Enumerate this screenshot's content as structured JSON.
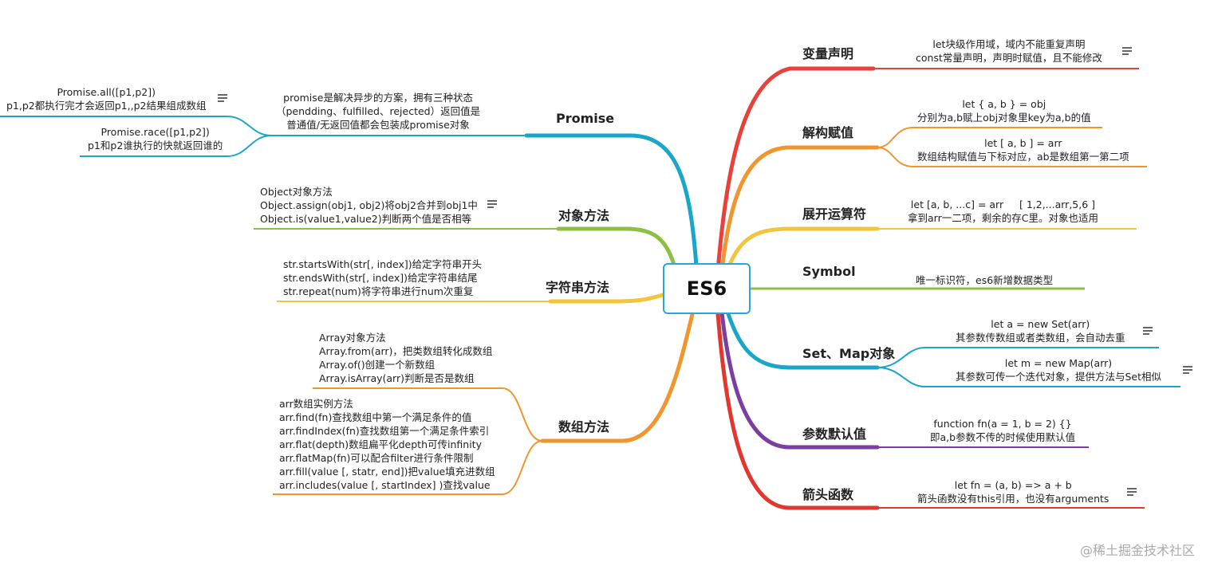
{
  "center": {
    "label": "ES6"
  },
  "right": {
    "var_decl": {
      "label": "变量声明",
      "note": "let块级作用域，域内不能重复声明\nconst常量声明，声明时赋值，且不能修改"
    },
    "destructure": {
      "label": "解构赋值",
      "note1": "let { a, b } = obj\n分别为a,b赋上obj对象里key为a,b的值",
      "note2": "let [ a, b ] = arr\n数组结构赋值与下标对应，ab是数组第一第二项"
    },
    "spread": {
      "label": "展开运算符",
      "note": "let [a, b, ...c] = arr     [ 1,2,...arr,5,6 ]\n拿到arr一二项，剩余的存C里。对象也适用"
    },
    "symbol": {
      "label": "Symbol",
      "note": "唯一标识符，es6新增数据类型"
    },
    "set_map": {
      "label": "Set、Map对象",
      "note1": "let a = new Set(arr)\n其参数传数组或者类数组，会自动去重",
      "note2": "let m = new Map(arr)\n其参数可传一个迭代对象，提供方法与Set相似"
    },
    "default_params": {
      "label": "参数默认值",
      "note": "function fn(a = 1, b = 2) {}\n即a,b参数不传的时候使用默认值"
    },
    "arrow": {
      "label": "箭头函数",
      "note": "let fn = (a, b) => a + b\n箭头函数没有this引用，也没有arguments"
    }
  },
  "left": {
    "promise": {
      "label": "Promise",
      "note": "promise是解决异步的方案，拥有三种状态\n（pendding、fulfilled、rejected）返回值是\n普通值/无返回值都会包装成promise对象",
      "all": "Promise.all([p1,p2])\np1,p2都执行完才会返回p1,,p2结果组成数组",
      "race": "Promise.race([p1,p2])\np1和p2谁执行的快就返回谁的"
    },
    "object_methods": {
      "label": "对象方法",
      "note": "Object对象方法\nObject.assign(obj1, obj2)将obj2合并到obj1中\nObject.is(value1,value2)判断两个值是否相等"
    },
    "string_methods": {
      "label": "字符串方法",
      "note": "str.startsWith(str[, index])给定字符串开头\nstr.endsWith(str[, index])给定字符串结尾\nstr.repeat(num)将字符串进行num次重复"
    },
    "array_methods": {
      "label": "数组方法",
      "note1": "Array对象方法\nArray.from(arr)，把类数组转化成数组\nArray.of()创建一个新数组\nArray.isArray(arr)判断是否是数组",
      "note2": "arr数组实例方法\narr.find(fn)查找数组中第一个满足条件的值\narr.findIndex(fn)查找数组第一个满足条件索引\narr.flat(depth)数组扁平化depth可传infinity\narr.flatMap(fn)可以配合filter进行条件限制\narr.fill(value [, statr, end])把value填充进数组\narr.includes(value [, startIndex] )查找value"
    }
  },
  "watermark": "@稀土掘金技术社区",
  "colors": {
    "red": "#e8403a",
    "orange": "#f0962e",
    "yellow": "#f2c53d",
    "green": "#8dbf44",
    "teal": "#1aa6c9",
    "purple": "#7a3fa0",
    "red2": "#e0382f"
  }
}
